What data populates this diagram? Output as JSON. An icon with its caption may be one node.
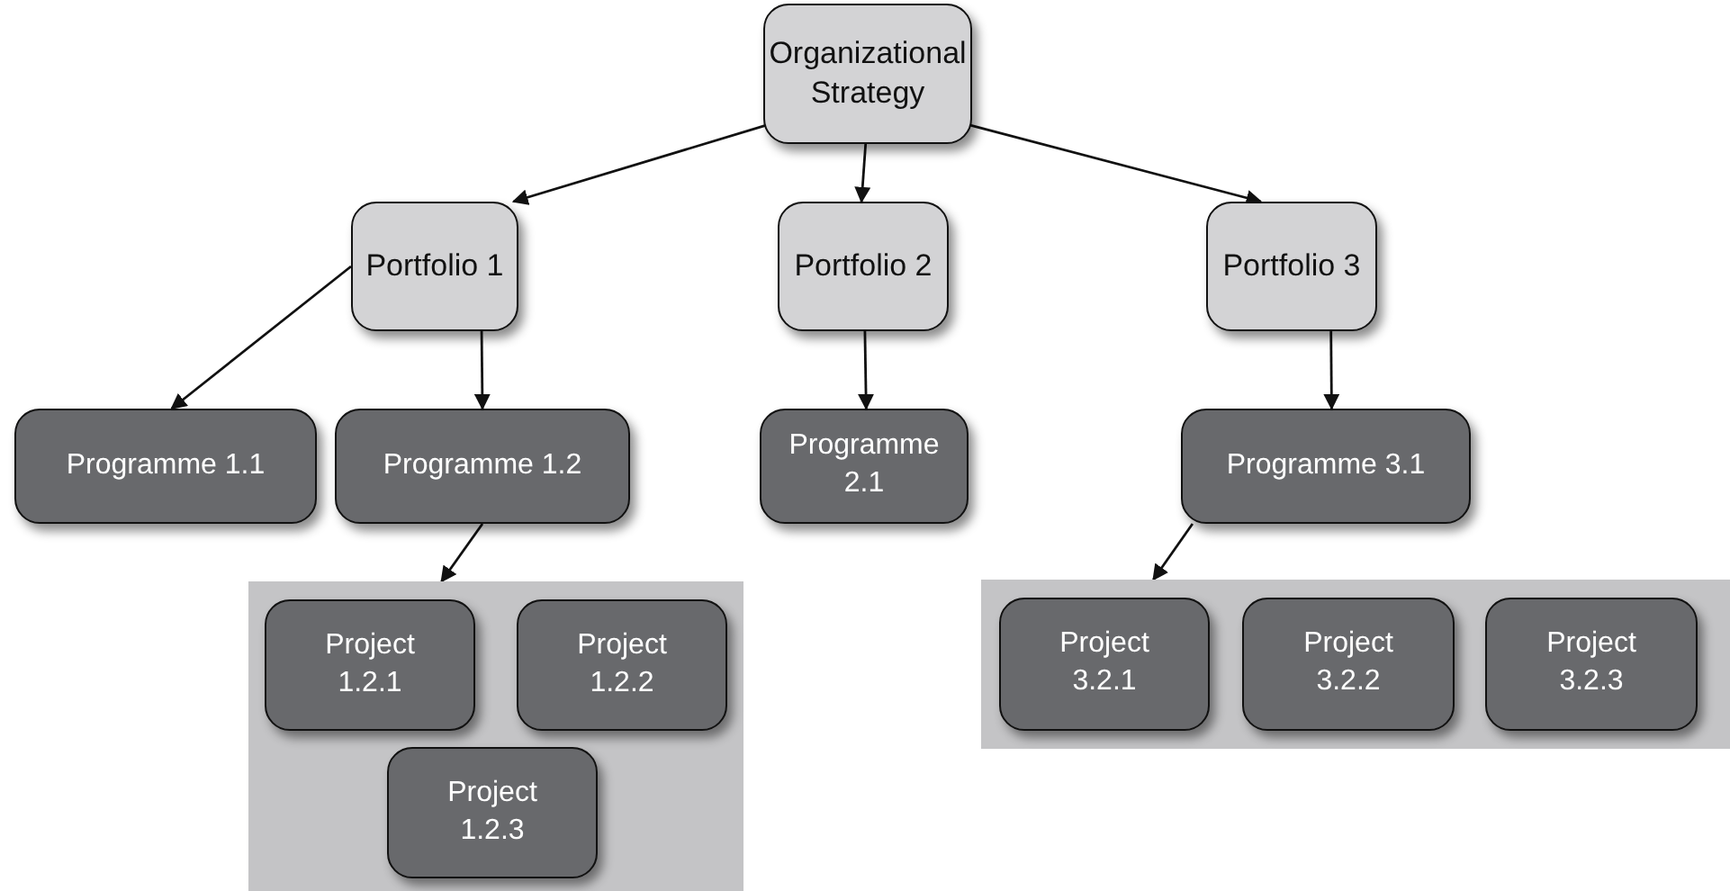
{
  "diagram": {
    "nodes": [
      {
        "text": [
          "Organizational Strategy"
        ]
      },
      {
        "text": [
          "Portfolio 1"
        ]
      },
      {
        "text": [
          "Portfolio 2"
        ]
      },
      {
        "text": [
          "Portfolio 3"
        ]
      },
      {
        "text": [
          "Programme 1.1"
        ]
      },
      {
        "text": [
          "Programme 1.2"
        ]
      },
      {
        "text": [
          "Programme 2.1"
        ]
      },
      {
        "text": [
          "Programme 3.1"
        ]
      },
      {
        "text": [],
        "shape": "box"
      },
      {
        "text": [
          "Project 1.2.1"
        ],
        "in": 8
      },
      {
        "text": [
          "Project 1.2.2"
        ],
        "in": 8
      },
      {
        "text": [
          "Project 1.2.3"
        ],
        "in": 8
      },
      {
        "text": [],
        "shape": "box"
      },
      {
        "text": [
          "Project 3.2.1"
        ],
        "in": 12
      },
      {
        "text": [
          "Project 3.2.2"
        ],
        "in": 12
      },
      {
        "text": [
          "Project 3.2.3"
        ],
        "in": 12
      }
    ],
    "edges": [
      {
        "from": 0,
        "to": 1,
        "arrow": "to"
      },
      {
        "from": 0,
        "to": 2,
        "arrow": "to"
      },
      {
        "from": 0,
        "to": 3,
        "arrow": "to"
      },
      {
        "from": 1,
        "to": 4,
        "arrow": "to"
      },
      {
        "from": 1,
        "to": 5,
        "arrow": "to"
      },
      {
        "from": 2,
        "to": 6,
        "arrow": "to"
      },
      {
        "from": 3,
        "to": 7,
        "arrow": "to"
      },
      {
        "from": 5,
        "to": 8,
        "arrow": "to"
      },
      {
        "from": 7,
        "to": 12,
        "arrow": "to"
      }
    ]
  }
}
